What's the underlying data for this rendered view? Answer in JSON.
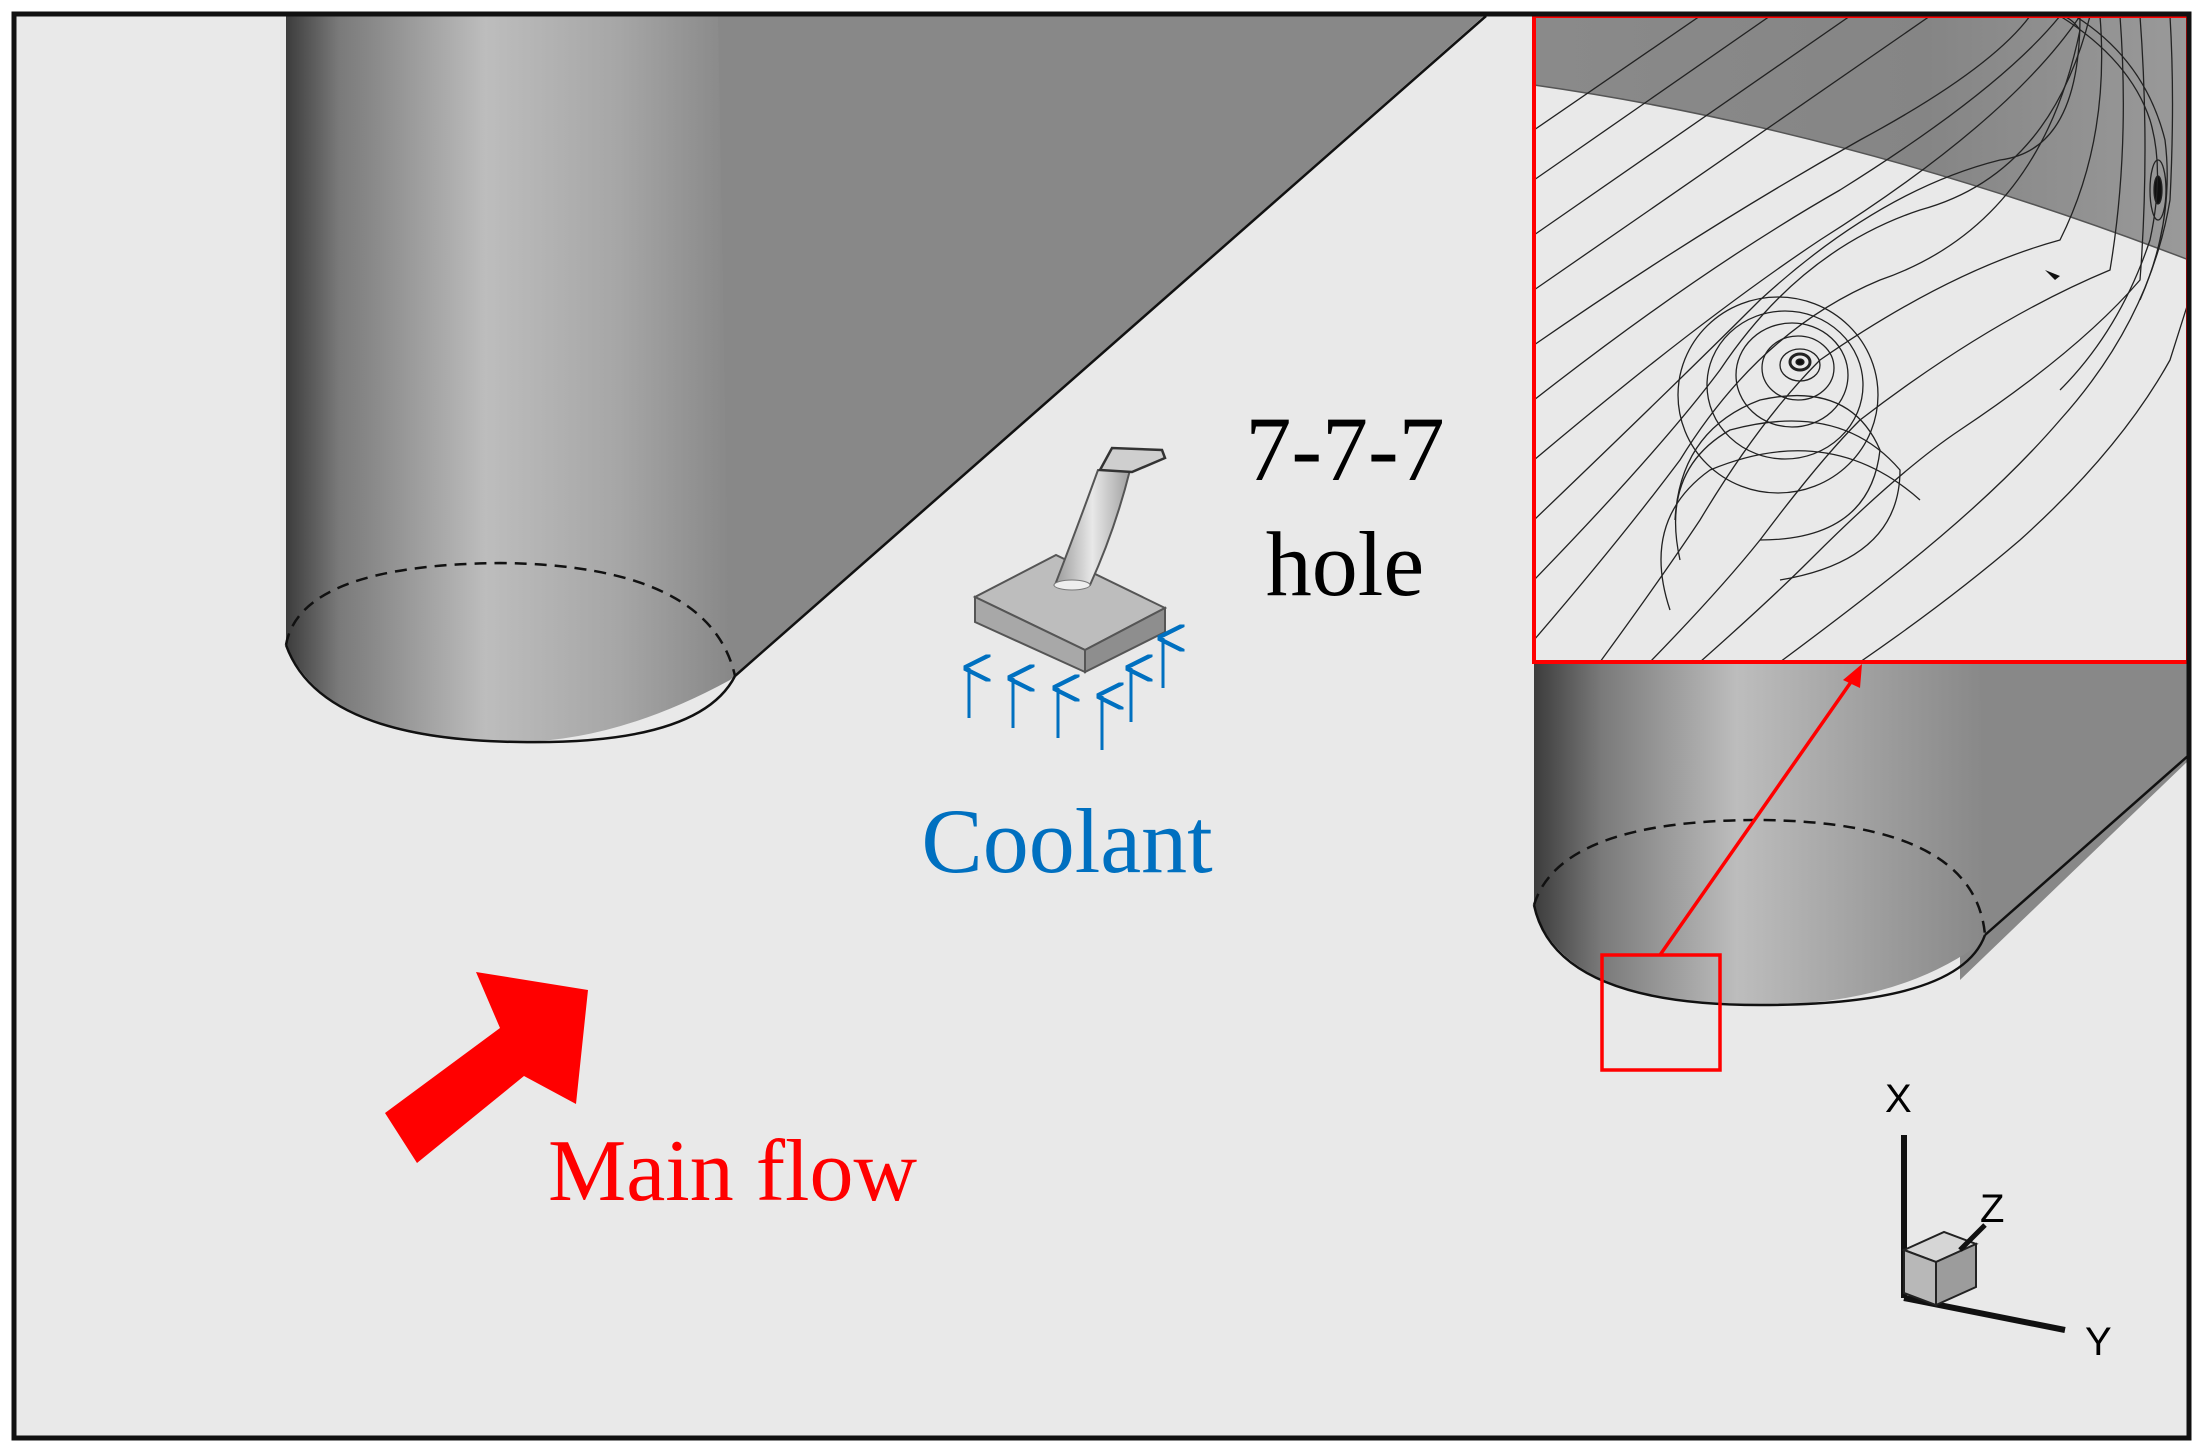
{
  "hole_label": {
    "line1": "7-7-7",
    "line2": "hole"
  },
  "coolant_label": "Coolant",
  "main_flow_label": "Main flow",
  "axes": {
    "x": "X",
    "y": "Y",
    "z": "Z"
  },
  "colors": {
    "main_flow": "#ff0000",
    "coolant": "#0070c0",
    "inset_frame": "#ff0000",
    "plate": "#e9e9e9"
  },
  "icons": {
    "main_flow_arrow": "arrow-up-right-icon",
    "coolant_arrows": "arrow-up-icon",
    "axis_cube": "cube-icon"
  }
}
